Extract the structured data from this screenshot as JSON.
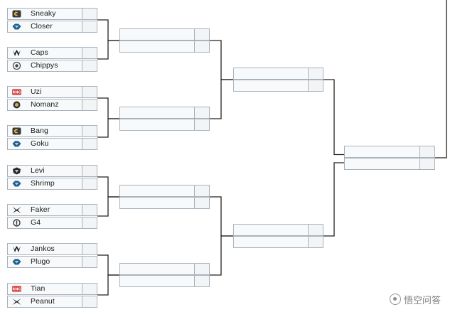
{
  "round1": [
    {
      "name": "Sneaky",
      "icon": "team-c9-icon"
    },
    {
      "name": "Closer",
      "icon": "team-tl-icon"
    },
    {
      "name": "Caps",
      "icon": "team-g2-icon"
    },
    {
      "name": "Chippys",
      "icon": "team-kt-icon"
    },
    {
      "name": "Uzi",
      "icon": "team-rng-icon"
    },
    {
      "name": "Nomanz",
      "icon": "team-ig-icon"
    },
    {
      "name": "Bang",
      "icon": "team-c9-icon"
    },
    {
      "name": "Goku",
      "icon": "team-tl-icon"
    },
    {
      "name": "Levi",
      "icon": "team-gam-icon"
    },
    {
      "name": "Shrimp",
      "icon": "team-tl-icon"
    },
    {
      "name": "Faker",
      "icon": "team-skt-icon"
    },
    {
      "name": "G4",
      "icon": "team-g4-icon"
    },
    {
      "name": "Jankos",
      "icon": "team-g2-icon"
    },
    {
      "name": "Plugo",
      "icon": "team-tl-icon"
    },
    {
      "name": "Tian",
      "icon": "team-rng-icon"
    },
    {
      "name": "Peanut",
      "icon": "team-skt-icon"
    }
  ],
  "rounds_empty": [
    8,
    4,
    2,
    1
  ],
  "colors": {
    "line": "#222222",
    "slot_border": "#a9b3bc",
    "slot_bg": "#f7f9fa",
    "c9": "#1d6fa8",
    "tl": "#1f5f8b",
    "g2": "#1a1a2e",
    "rng": "#d32f2f",
    "skt": "#2a2a2a"
  },
  "watermark": {
    "text": "悟空问答",
    "icon": "wukong-logo-icon"
  }
}
